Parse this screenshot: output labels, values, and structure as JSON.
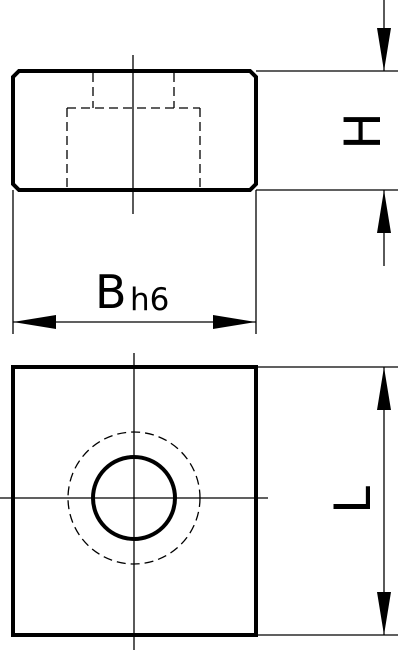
{
  "dimensions": {
    "width_label": "B",
    "width_tolerance": "h6",
    "height_label": "H",
    "length_label": "L"
  }
}
